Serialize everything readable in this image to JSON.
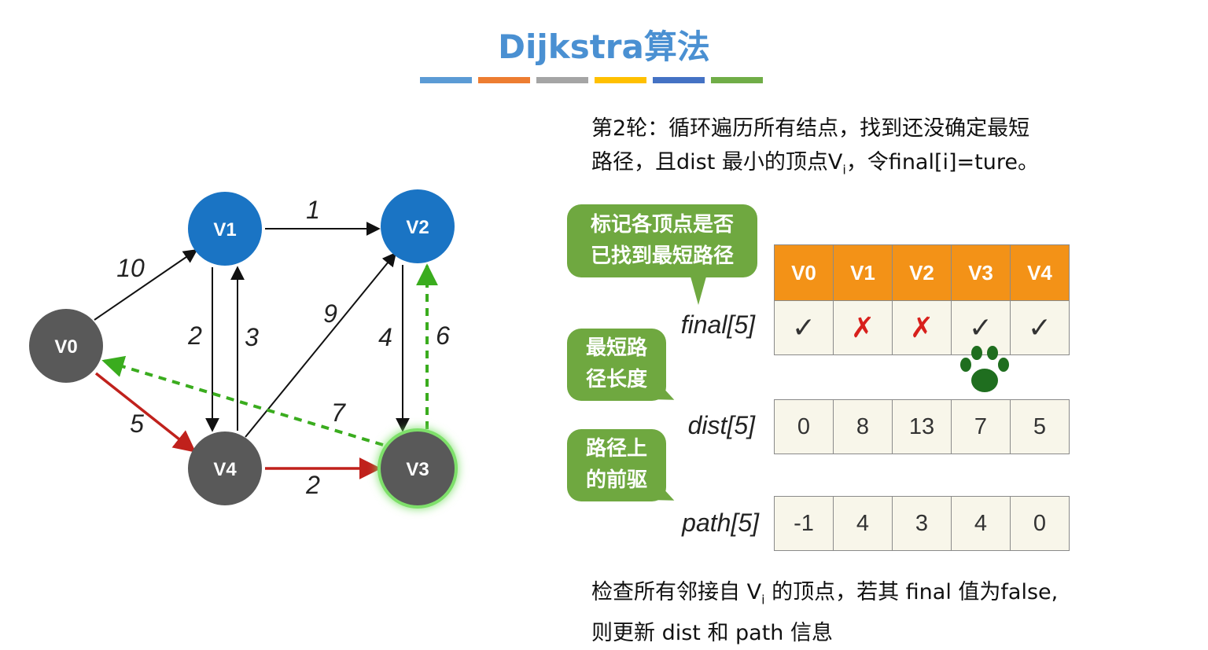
{
  "title": "Dijkstra算法",
  "colors": {
    "title": "#4a90d2",
    "title_bars": [
      "#5b9bd5",
      "#ed7d31",
      "#a5a5a5",
      "#ffc000",
      "#4472c4",
      "#70ad47"
    ],
    "node_blue": "#1a74c4",
    "node_gray": "#595959",
    "edge_black": "#111111",
    "edge_red": "#c0211c",
    "edge_green": "#3aac1e",
    "bubble": "#6fa840",
    "header": "#f39217",
    "cell": "#f8f6ea"
  },
  "graph": {
    "nodes": [
      {
        "id": "V0",
        "label": "V0",
        "state": "gray"
      },
      {
        "id": "V1",
        "label": "V1",
        "state": "blue"
      },
      {
        "id": "V2",
        "label": "V2",
        "state": "blue"
      },
      {
        "id": "V3",
        "label": "V3",
        "state": "gray-highlight"
      },
      {
        "id": "V4",
        "label": "V4",
        "state": "gray"
      }
    ],
    "edges": [
      {
        "from": "V0",
        "to": "V1",
        "weight": "10",
        "style": "black"
      },
      {
        "from": "V0",
        "to": "V4",
        "weight": "5",
        "style": "red"
      },
      {
        "from": "V1",
        "to": "V2",
        "weight": "1",
        "style": "black"
      },
      {
        "from": "V1",
        "to": "V4",
        "weight": "2",
        "style": "black"
      },
      {
        "from": "V4",
        "to": "V1",
        "weight": "3",
        "style": "black"
      },
      {
        "from": "V4",
        "to": "V2",
        "weight": "9",
        "style": "black"
      },
      {
        "from": "V2",
        "to": "V3",
        "weight": "4",
        "style": "black"
      },
      {
        "from": "V3",
        "to": "V2",
        "weight": "6",
        "style": "green-dashed"
      },
      {
        "from": "V3",
        "to": "V0",
        "weight": "7",
        "style": "green-dashed"
      },
      {
        "from": "V4",
        "to": "V3",
        "weight": "2",
        "style": "red"
      }
    ]
  },
  "text": {
    "top_line1": "第2轮：循环遍历所有结点，找到还没确定最短",
    "top_line2_pre": "路径，且dist 最小的顶点V",
    "top_line2_sub": "i",
    "top_line2_post": "，令final[i]=ture。",
    "bottom_line1_pre": "检查所有邻接自 V",
    "bottom_line1_sub": "i",
    "bottom_line1_post": " 的顶点，若其 final 值为false,",
    "bottom_line2": "则更新 dist 和 path 信息"
  },
  "bubbles": {
    "final_note_line1": "标记各顶点是否",
    "final_note_line2": "已找到最短路径",
    "dist_note_line1": "最短路",
    "dist_note_line2": "径长度",
    "path_note_line1": "路径上",
    "path_note_line2": "的前驱"
  },
  "table": {
    "headers": [
      "V0",
      "V1",
      "V2",
      "V3",
      "V4"
    ],
    "final_label": "final[5]",
    "final": [
      "✓",
      "✗",
      "✗",
      "✓",
      "✓"
    ],
    "dist_label": "dist[5]",
    "dist": [
      "0",
      "8",
      "13",
      "7",
      "5"
    ],
    "path_label": "path[5]",
    "path": [
      "-1",
      "4",
      "3",
      "4",
      "0"
    ]
  },
  "icons": {
    "check": "check-icon",
    "cross": "cross-icon",
    "paw": "paw-print-icon"
  }
}
